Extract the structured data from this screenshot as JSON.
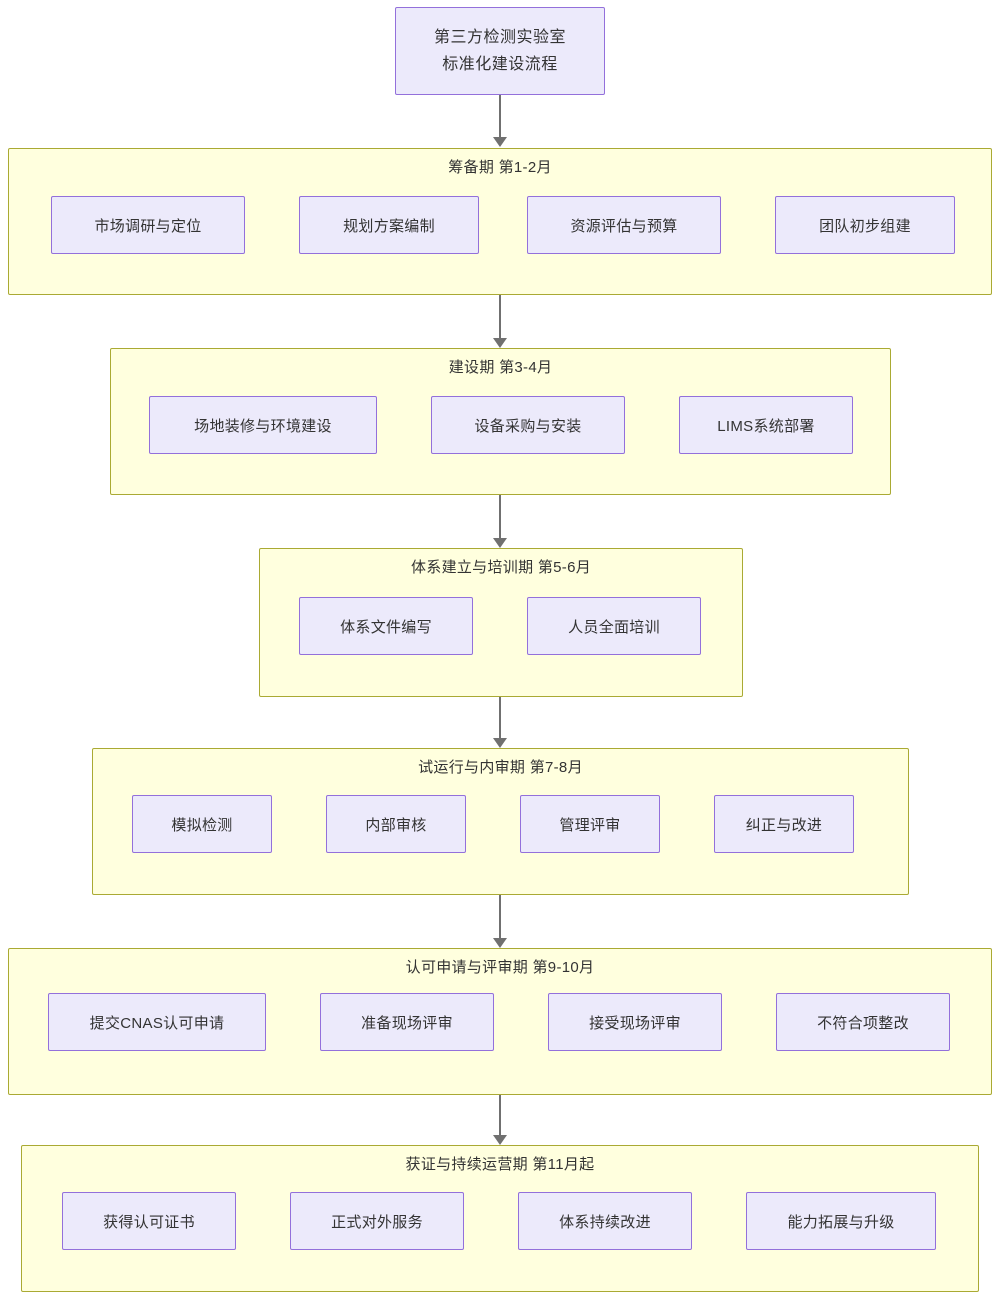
{
  "diagram": {
    "type": "flowchart-vertical",
    "title_node": {
      "lines": [
        "第三方检测实验室",
        "标准化建设流程"
      ],
      "line1": "第三方检测实验室",
      "line2": "标准化建设流程"
    },
    "colors": {
      "node_fill": "#ECEAFB",
      "node_border": "#9370DB",
      "phase_fill": "#FFFFDE",
      "phase_border": "#AAAA33",
      "connector": "#707070",
      "text": "#333333"
    },
    "phases": [
      {
        "id": "phase-1",
        "label": "筹备期 第1-2月",
        "tasks": [
          {
            "label": "市场调研与定位"
          },
          {
            "label": "规划方案编制"
          },
          {
            "label": "资源评估与预算"
          },
          {
            "label": "团队初步组建"
          }
        ]
      },
      {
        "id": "phase-2",
        "label": "建设期 第3-4月",
        "tasks": [
          {
            "label": "场地装修与环境建设"
          },
          {
            "label": "设备采购与安装"
          },
          {
            "label": "LIMS系统部署"
          }
        ]
      },
      {
        "id": "phase-3",
        "label": "体系建立与培训期 第5-6月",
        "tasks": [
          {
            "label": "体系文件编写"
          },
          {
            "label": "人员全面培训"
          }
        ]
      },
      {
        "id": "phase-4",
        "label": "试运行与内审期 第7-8月",
        "tasks": [
          {
            "label": "模拟检测"
          },
          {
            "label": "内部审核"
          },
          {
            "label": "管理评审"
          },
          {
            "label": "纠正与改进"
          }
        ]
      },
      {
        "id": "phase-5",
        "label": "认可申请与评审期 第9-10月",
        "tasks": [
          {
            "label": "提交CNAS认可申请"
          },
          {
            "label": "准备现场评审"
          },
          {
            "label": "接受现场评审"
          },
          {
            "label": "不符合项整改"
          }
        ]
      },
      {
        "id": "phase-6",
        "label": "获证与持续运营期 第11月起",
        "tasks": [
          {
            "label": "获得认可证书"
          },
          {
            "label": "正式对外服务"
          },
          {
            "label": "体系持续改进"
          },
          {
            "label": "能力拓展与升级"
          }
        ]
      }
    ]
  }
}
